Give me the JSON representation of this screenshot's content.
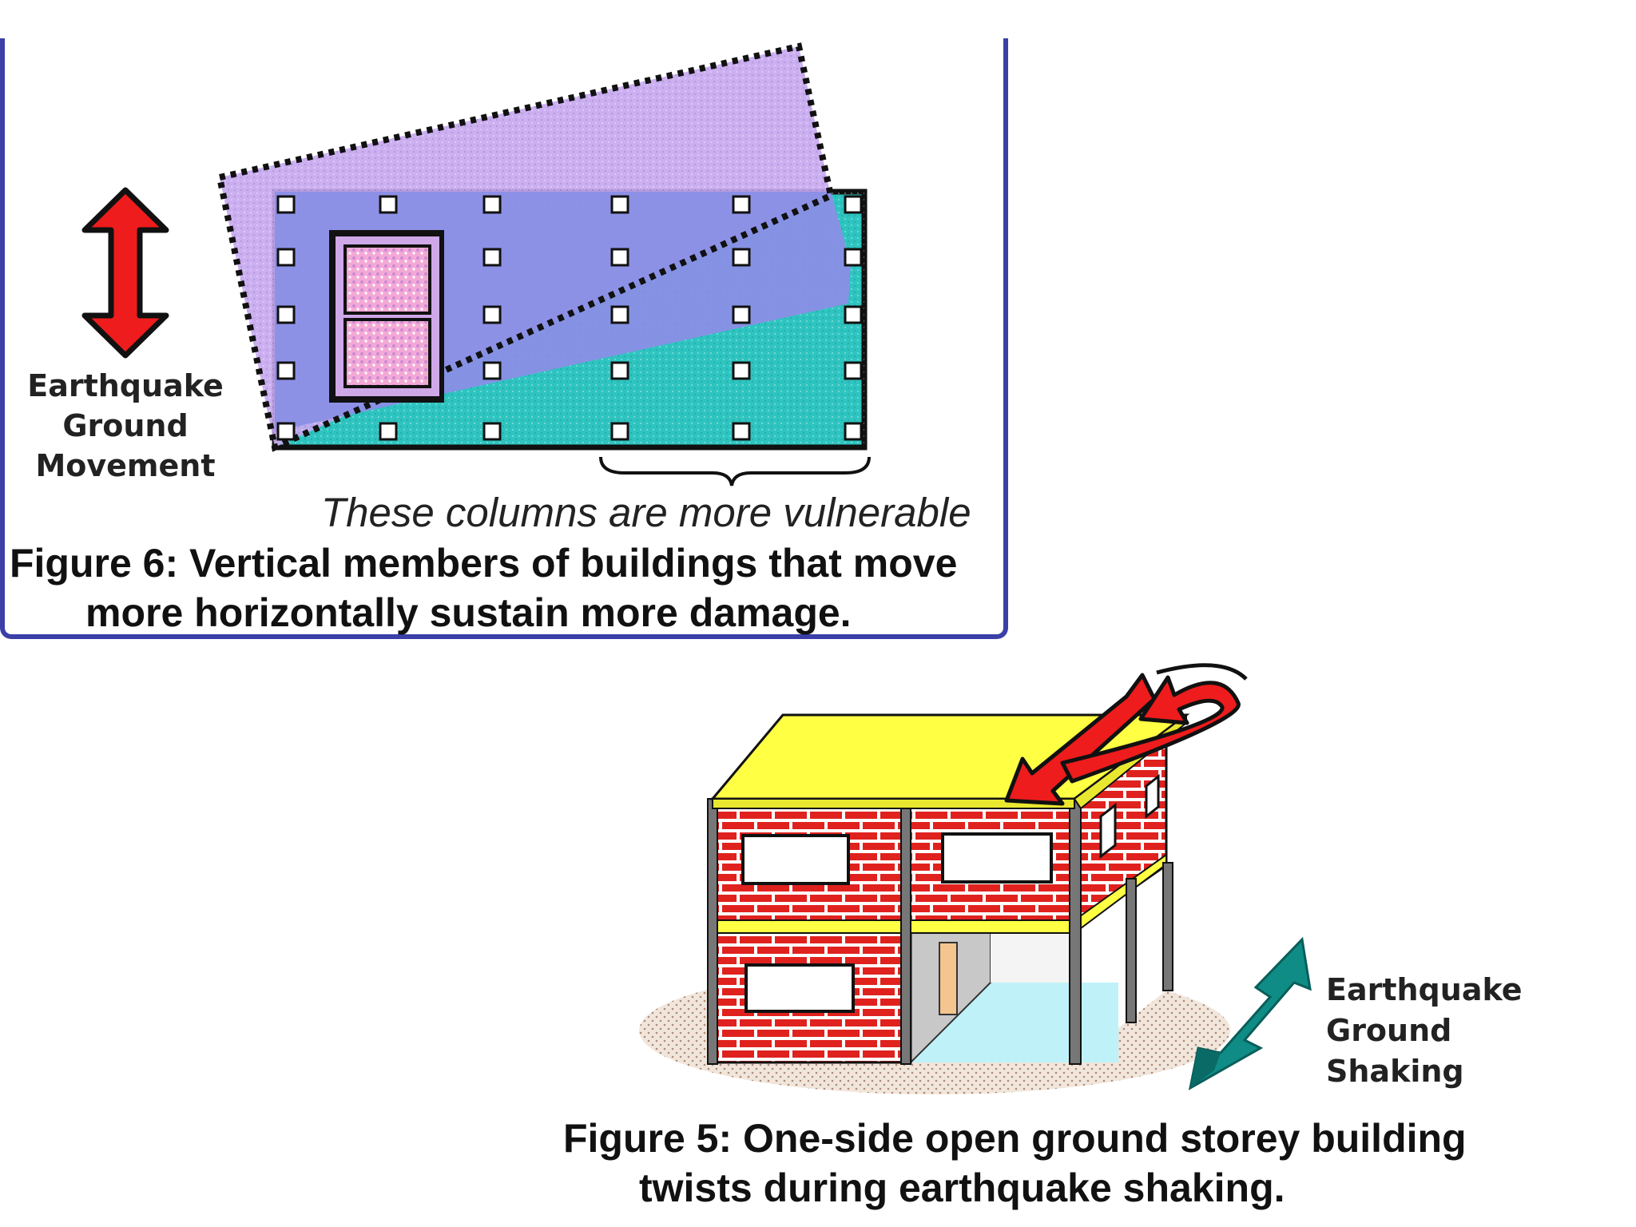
{
  "figure6": {
    "arrow_label": [
      "Earthquake",
      "Ground",
      "Movement"
    ],
    "note": "These columns are more vulnerable",
    "caption": [
      "Figure 6: Vertical members of buildings that move",
      "more horizontally sustain more damage."
    ]
  },
  "figure5": {
    "arrow_label": [
      "Earthquake",
      "Ground",
      "Shaking"
    ],
    "caption": [
      "Figure 5: One-side open ground storey building",
      "twists during earthquake shaking."
    ]
  },
  "colors": {
    "frame": "#3b3fa8",
    "plan_fill": "#2ec4c0",
    "tilted_fill": "#c7a8f0",
    "overlap_fill": "#8a8fe6",
    "arrow_red": "#ee1c1c",
    "roof_yellow": "#ffff44",
    "brick_red": "#e0221f",
    "teal_arrow": "#0f7f7a"
  }
}
